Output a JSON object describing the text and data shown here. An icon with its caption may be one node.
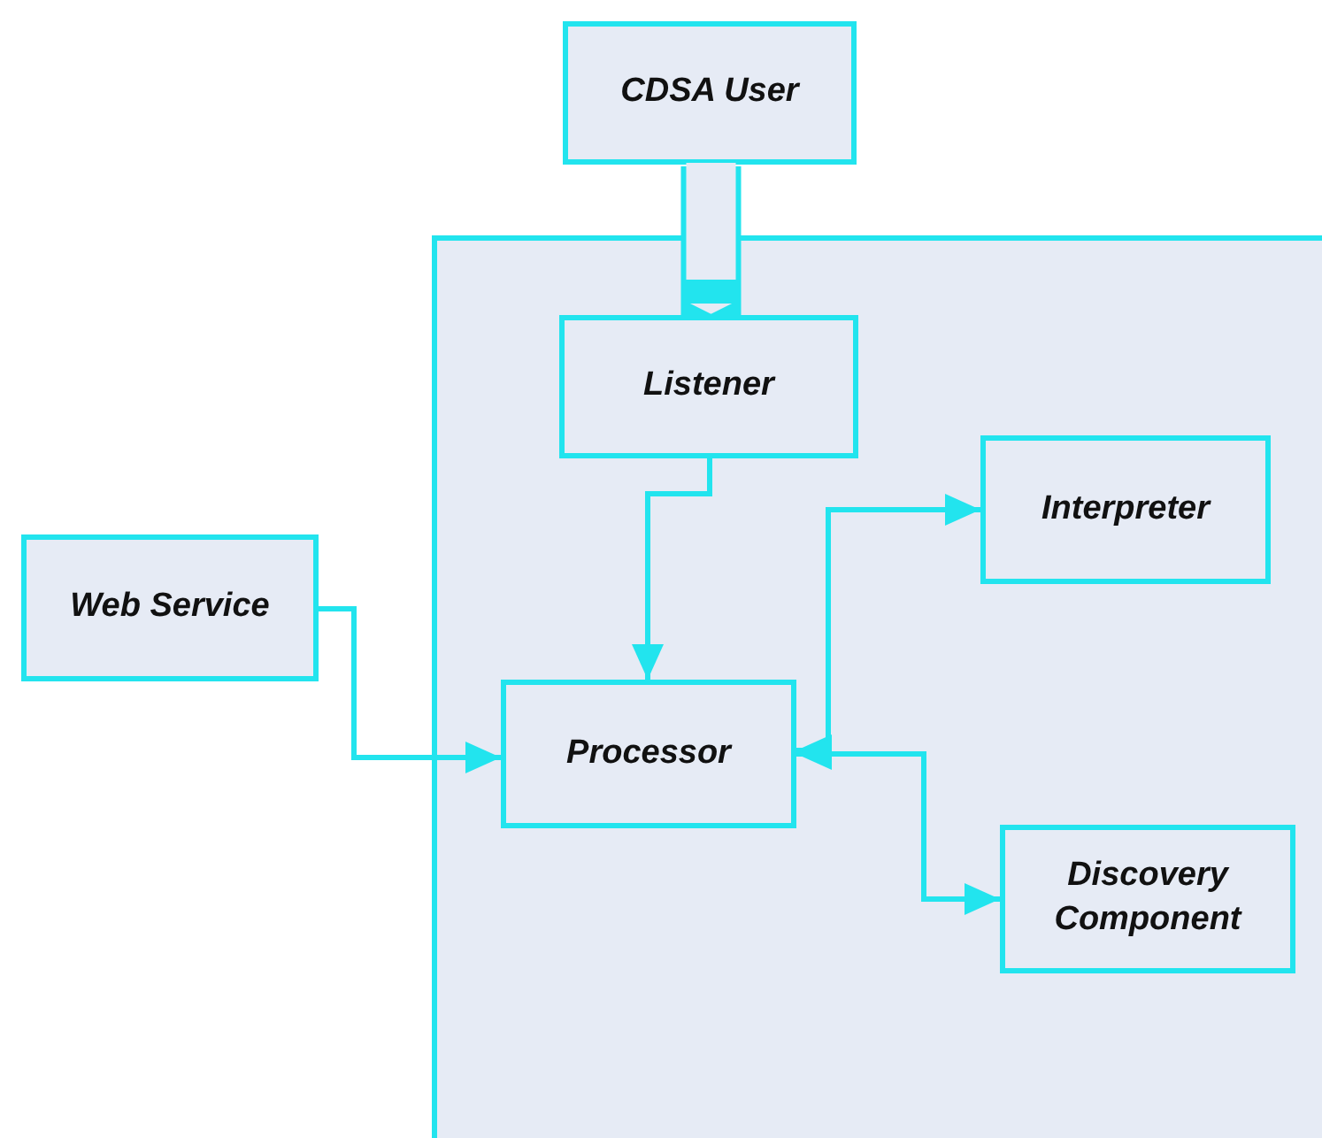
{
  "diagram": {
    "nodes": [
      {
        "text": [
          "CDSA User"
        ]
      },
      {
        "text": [],
        "shape": "box"
      },
      {
        "text": [
          "Listener"
        ],
        "in": 1
      },
      {
        "text": [
          "Interpreter"
        ],
        "in": 1
      },
      {
        "text": [
          "Web Service"
        ]
      },
      {
        "text": [
          "Processor"
        ],
        "in": 1
      },
      {
        "text": [
          "Discovery Component"
        ],
        "in": 1
      }
    ],
    "edges": [
      {
        "from": 0,
        "to": 2,
        "arrow": "to",
        "style": "thick"
      },
      {
        "from": 2,
        "to": 5,
        "arrow": "to"
      },
      {
        "from": 4,
        "to": 5,
        "arrow": "to"
      },
      {
        "from": 5,
        "to": 3,
        "arrow": "both"
      },
      {
        "from": 5,
        "to": 6,
        "arrow": "both"
      }
    ]
  }
}
